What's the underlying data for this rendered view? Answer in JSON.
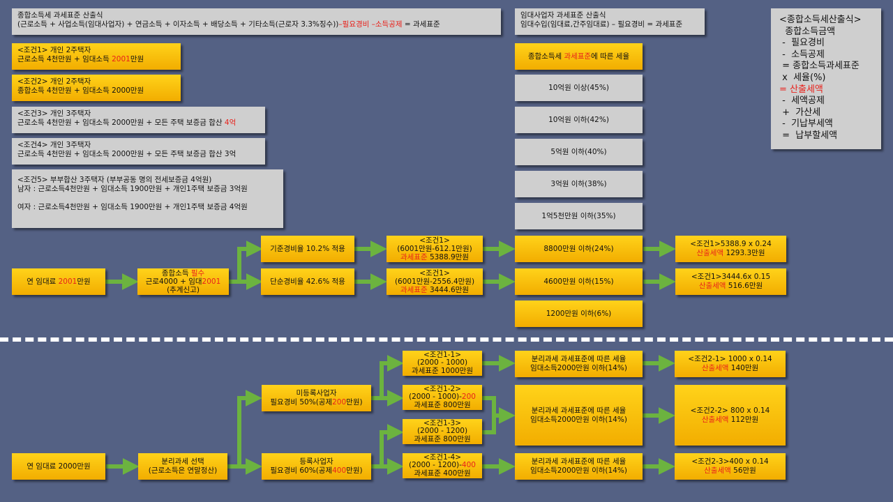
{
  "colors": {
    "background": "#546184",
    "gray_box": "#cfcfcf",
    "yellow_box": "#f7c000",
    "red_text": "#e8211b",
    "arrow": "#6cb33f",
    "divider": "#ffffff"
  },
  "header": {
    "line1": "종합소득세 과세표준 산출식",
    "line2_a": "(근로소득 + 사업소득(임대사업자) + 연금소득 + 이자소득 + 배당소득 + 기타소득(근로자 3.3%징수))",
    "line2_red": "–필요경비 –소득공제",
    "line2_b": " = 과세표준"
  },
  "rental_header": {
    "line1": "임대사업자 과세표준 산출식",
    "line2": "임대수입(임대료,간주임대료) – 필요경비 = 과세표준"
  },
  "formula": {
    "lines": [
      "<종합소득세산출식>",
      "  종합소득금액",
      " -  필요경비",
      " -  소득공제",
      " = 종합소득과세표준",
      " x  세율(%)",
      "= 산출세액",
      " -  세액공제",
      " +  가산세",
      " -  기납부세액",
      " =  납부할세액"
    ]
  },
  "conditions": {
    "c1": {
      "line1": "<조건1> 개인 2주택자",
      "line2_a": "근로소득 4천만원 + 임대소득 ",
      "line2_red": "2001",
      "line2_b": "만원"
    },
    "c2": {
      "line1": "<조건2> 개인 2주택자",
      "line2": "종합소득 4천만원 + 임대소득 2000만원"
    },
    "c3": {
      "line1": "<조건3> 개인 3주택자",
      "line2_a": "근로소득 4천만원 + 임대소득 2000만원 + 모든 주택 보증금 합산 ",
      "line2_red": "4억"
    },
    "c4": {
      "line1": "<조건4> 개인 3주택자",
      "line2": "근로소득 4천만원 + 임대소득 2000만원 + 모든 주택 보증금 합산 3억"
    },
    "c5": {
      "line1": "<조건5> 부부합산 3주택자 (부부공동 명의 전세보증금 4억원)",
      "line2": "남자 : 근로소득4천만원 + 임대소득 1900만원 + 개인1주택 보증금 3억원",
      "line3": "여자 : 근로소득4천만원 + 임대소득 1900만원 + 개인1주택 보증금 4억원"
    }
  },
  "tax_rates": {
    "title_a": "종합소득세 ",
    "title_red": "과세표준",
    "title_b": "에 따른 세율",
    "r45": "10억원 이상(45%)",
    "r42": "10억원 이하(42%)",
    "r40": "5억원 이하(40%)",
    "r38": "3억원 이하(38%)",
    "r35": "1억5천만원 이하(35%)",
    "r24": "8800만원 이하(24%)",
    "r15": "4600만원 이하(15%)",
    "r6": "1200만원 이하(6%)"
  },
  "flow1": {
    "rent_a": "연 임대료 ",
    "rent_red": "2001",
    "rent_b": "만원",
    "comp_line1_a": "종합소득 ",
    "comp_line1_red": "필수",
    "comp_line2_a": "근로4000 + 임대",
    "comp_line2_red": "2001",
    "comp_line3": "(추계신고)",
    "basic_expense": "기준경비율 10.2% 적용",
    "simple_expense": "단순경비율 42.6% 적용",
    "calc1_line1": "<조건1>",
    "calc1_line2": "(6001만원-612.1만원)",
    "calc1_red": "과세표준",
    "calc1_val": " 5388.9만원",
    "calc2_line1": "<조건1>",
    "calc2_line2": "(6001만원-2556.4만원)",
    "calc2_red": "과세표준",
    "calc2_val": " 3444.6만원",
    "res1_line1": "<조건1>5388.9 x 0.24",
    "res1_red": "산출세액",
    "res1_val": " 1293.3만원",
    "res2_line1": "<조건1>3444.6x 0.15",
    "res2_red": "산출세액",
    "res2_val": " 516.6만원"
  },
  "flow2": {
    "rent": "연 임대료 2000만원",
    "sep_line1": "분리과세 선택",
    "sep_line2": "(근로소득은 연말정산)",
    "unreg_line1": "미등록사업자",
    "unreg_line2_a": "필요경비 50%(공제",
    "unreg_line2_red": "200",
    "unreg_line2_b": "만원)",
    "reg_line1": "등록사업자",
    "reg_line2_a": "필요경비 60%(공제",
    "reg_line2_red": "400",
    "reg_line2_b": "만원)",
    "c11_line1": "<조건1-1>",
    "c11_line2": "(2000 - 1000)",
    "c11_line3": "과세표준 1000만원",
    "c12_line1": "<조건1-2>",
    "c12_line2_a": "(2000 - 1000)-",
    "c12_line2_red": "200",
    "c12_line3": "과세표준 800만원",
    "c13_line1": "<조건1-3>",
    "c13_line2": "(2000 - 1200)",
    "c13_line3": "과세표준 800만원",
    "c14_line1": "<조건1-4>",
    "c14_line2_a": "(2000 - 1200)-",
    "c14_line2_red": "400",
    "c14_line3": "과세표준 400만원",
    "sr1_line1": "분리과세 과세표준에 따른 세율",
    "sr1_line2": "임대소득2000만원 이하(14%)",
    "sr2_line1": "분리과세 과세표준에 따른 세율",
    "sr2_line2": "임대소득2000만원 이하(14%)",
    "sr3_line1": "분리과세 과세표준에 따른 세율",
    "sr3_line2": "임대소득2000만원 이하(14%)",
    "o1_line1": "<조건2-1> 1000 x 0.14",
    "o1_red": "산출세액",
    "o1_val": " 140만원",
    "o2_line1": "<조건2-2> 800 x 0.14",
    "o2_red": "산출세액",
    "o2_val": " 112만원",
    "o3_line1": "<조건2-3>400 x 0.14",
    "o3_red": "산출세액",
    "o3_val": " 56만원"
  }
}
